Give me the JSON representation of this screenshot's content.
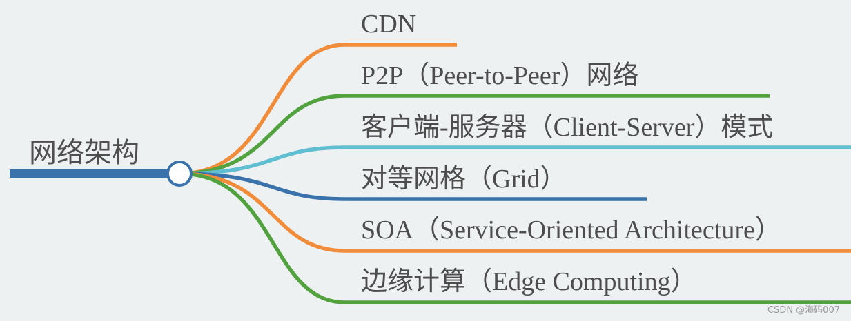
{
  "root": {
    "label": "网络架构"
  },
  "branches": [
    {
      "label": "CDN",
      "color": "#f08c3a"
    },
    {
      "label": "P2P（Peer-to-Peer）网络",
      "color": "#52a33f"
    },
    {
      "label": "客户端-服务器（Client-Server）模式",
      "color": "#5fbfd0"
    },
    {
      "label": "对等网格（Grid）",
      "color": "#3a72ab"
    },
    {
      "label": "SOA（Service-Oriented Architecture）",
      "color": "#f08c3a"
    },
    {
      "label": "边缘计算（Edge Computing）",
      "color": "#52a33f"
    }
  ],
  "root_line_color": "#3a72ab",
  "watermark": "CSDN @海码007"
}
